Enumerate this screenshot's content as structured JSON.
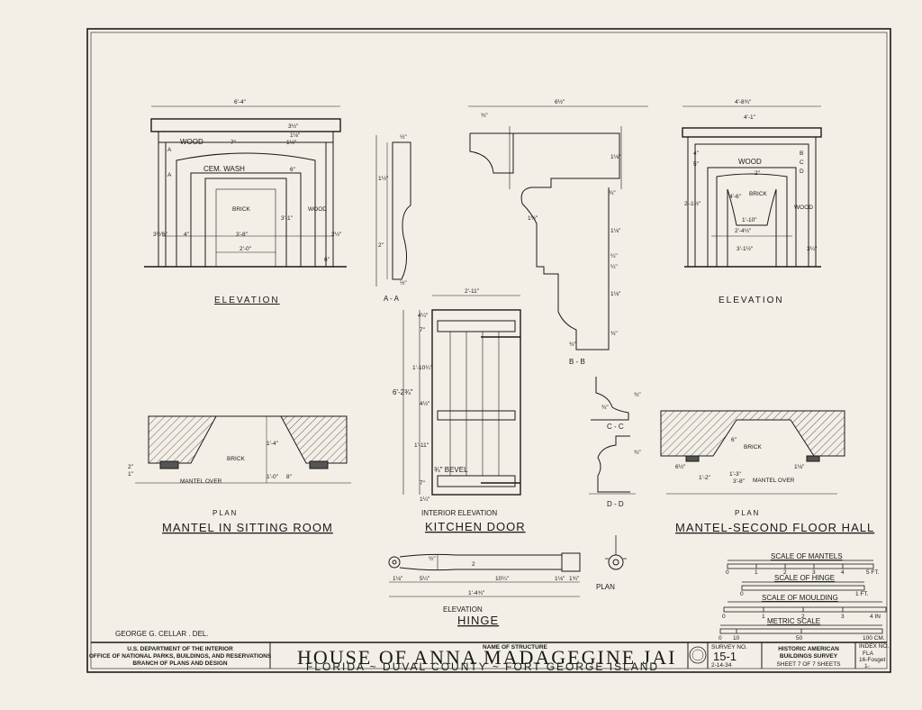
{
  "colors": {
    "paper": "#f3efe6",
    "ink": "#1a1a1a",
    "hatch": "#3a3a3a"
  },
  "drawings": {
    "mantel_sitting": {
      "dims": {
        "width": "6'-4\"",
        "top": "3½\"",
        "d1": "1⅛\"",
        "d2": "1½\"",
        "d3": "7\"",
        "d4": "6\"",
        "d5": "3'-1\"",
        "d6": "3'-8\"",
        "d7": "2'-0\"",
        "d8": "6\"",
        "d9": "4\"",
        "d10": "3½\"",
        "d11": "2½\"",
        "d12": "6\""
      },
      "labels": {
        "wood": "WOOD",
        "cem": "CEM. WASH",
        "brick": "BRICK",
        "wood2": "WOOD",
        "a1": "A",
        "a2": "A"
      },
      "caption": "ELEVATION",
      "plan_caption": "P L A N",
      "plan_labels": {
        "brick": "BRICK",
        "mantel_over": "MANTEL OVER",
        "d1": "1'-4\"",
        "d2": "1'-0\"",
        "d3": "8\"",
        "d4": "2\"",
        "d5": "1\""
      },
      "title": "MANTEL IN SITTING ROOM"
    },
    "section_aa": {
      "dims": {
        "top": "½\"",
        "d1": "1½\"",
        "d2": "2\"",
        "d3": "½\""
      },
      "caption": "A - A"
    },
    "section_bb": {
      "dims": {
        "width": "6½\"",
        "d1": "¾\"",
        "d2": "1⅛\"",
        "d3": "¾\"",
        "d4": "1½\"",
        "d5": "1⅛\"",
        "d6": "¼\"",
        "d7": "¼\"",
        "d8": "1⅛\"",
        "d9": "¾\"",
        "d10": "¾\""
      },
      "caption": "B - B"
    },
    "section_cc": {
      "dims": {
        "d1": "¾\"",
        "d2": "¾\""
      },
      "caption": "C - C"
    },
    "section_dd": {
      "dims": {
        "d1": "¾\""
      },
      "caption": "D - D"
    },
    "door": {
      "dims": {
        "width": "2'-11\"",
        "height": "6'-2¾\"",
        "d1": "4¼\"",
        "d2": "7\"",
        "d3": "1'-10¼\"",
        "d4": "4½\"",
        "d5": "1'-11\"",
        "d6": "7\"",
        "d7": "1¼\""
      },
      "bevel": "¾\" BEVEL",
      "caption": "INTERIOR ELEVATION",
      "title": "KITCHEN DOOR"
    },
    "mantel_hall": {
      "dims": {
        "width": "4'-8¾\"",
        "inner": "4'-1\"",
        "d1": "4\"",
        "d2": "5\"",
        "d3": "2'-1½\"",
        "d4": "4'-6\"",
        "d5": "1'-10\"",
        "d6": "2'-4½\"",
        "d7": "3'-1½\"",
        "d8": "2\"",
        "d9": "3¼\""
      },
      "labels": {
        "wood": "WOOD",
        "brick": "BRICK",
        "wood2": "WOOD",
        "b": "B",
        "c": "C",
        "d": "D"
      },
      "caption": "ELEVATION",
      "plan_caption": "P L A N",
      "plan_labels": {
        "brick": "BRICK",
        "mantel_over": "MANTEL OVER",
        "d1": "6\"",
        "d2": "6½\"",
        "d3": "1'-2\"",
        "d4": "1'-3\"",
        "d5": "3'-8\"",
        "d6": "1⅛\""
      },
      "title": "MANTEL-SECOND FLOOR HALL"
    },
    "hinge": {
      "dims": {
        "d1": "½\"",
        "d2": "2",
        "d3": "1⅛\"",
        "d4": "5¼\"",
        "d5": "10¼\"",
        "d6": "1⅛\"",
        "d7": "1¾\"",
        "total": "1'-4¾\""
      },
      "caption": "ELEVATION",
      "plan_caption": "PLAN",
      "title": "HINGE"
    }
  },
  "scales": {
    "mantels": {
      "title": "SCALE OF MANTELS",
      "ticks": [
        "0",
        "1",
        "2",
        "3",
        "4",
        "5 FT."
      ]
    },
    "hinge": {
      "title": "SCALE OF HINGE",
      "ticks": [
        "0",
        "1 FT."
      ]
    },
    "moulding": {
      "title": "SCALE OF MOULDING",
      "ticks": [
        "0",
        "1",
        "2",
        "3",
        "4 IN"
      ]
    },
    "metric": {
      "title": "METRIC SCALE",
      "ticks": [
        "0",
        "10",
        "50",
        "100 CM."
      ]
    }
  },
  "delineator": "GEORGE G. CELLAR . DEL.",
  "title_block": {
    "agency_1": "U.S. DEPARTMENT OF THE INTERIOR",
    "agency_2": "OFFICE OF NATIONAL PARKS, BUILDINGS, AND RESERVATIONS",
    "agency_3": "BRANCH OF PLANS AND DESIGN",
    "name_label": "NAME OF STRUCTURE",
    "structure": "HOUSE OF ANNA MADAGEGINE JAI",
    "location": "FLORIDA ~ DUVAL COUNTY ~ FORT GEORGE ISLAND",
    "survey_label": "SURVEY NO.",
    "survey_no": "15-1",
    "date": "2-14-34",
    "habs_1": "HISTORIC AMERICAN",
    "habs_2": "BUILDINGS SURVEY",
    "sheet": "SHEET 7 OF 7 SHEETS",
    "index_label": "INDEX NO.",
    "index_1": "FLA",
    "index_2": "16-Fosget",
    "index_3": "1-"
  }
}
